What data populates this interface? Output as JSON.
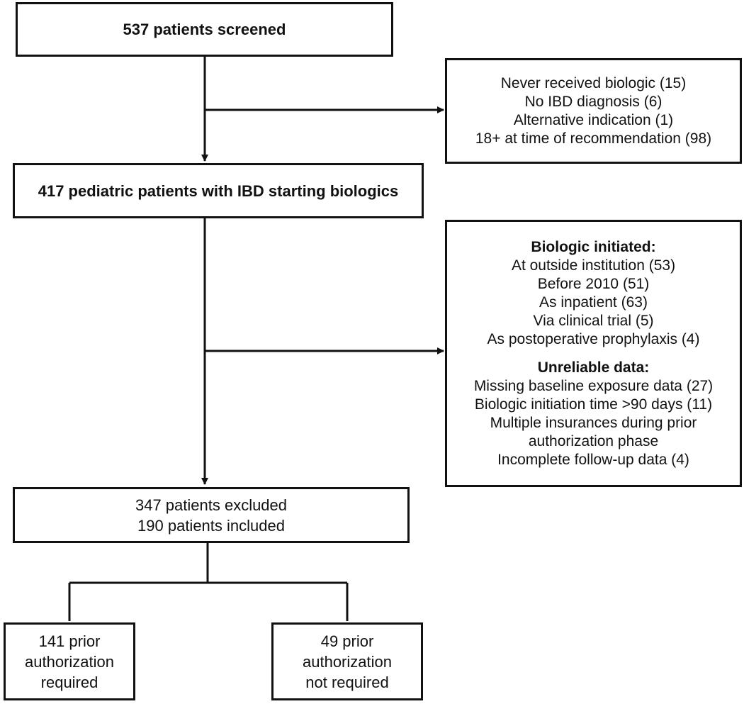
{
  "screened": {
    "text": "537 patients screened"
  },
  "exclusion1": {
    "lines": [
      "Never received biologic (15)",
      "No IBD diagnosis (6)",
      "Alternative indication (1)",
      "18+ at time of recommendation (98)"
    ]
  },
  "pediatric": {
    "text": "417 pediatric patients with IBD starting biologics"
  },
  "exclusion2": {
    "heading1": "Biologic initiated:",
    "group1": [
      "At outside institution (53)",
      "Before 2010 (51)",
      "As inpatient (63)",
      "Via clinical trial (5)",
      "As postoperative prophylaxis (4)"
    ],
    "heading2": "Unreliable data:",
    "group2": [
      "Missing baseline exposure data (27)",
      "Biologic initiation time >90 days (11)",
      "Multiple insurances during prior",
      "authorization phase",
      "Incomplete follow-up data (4)"
    ]
  },
  "summary": {
    "lines": [
      "347 patients excluded",
      "190 patients included"
    ]
  },
  "required": {
    "lines": [
      "141 prior",
      "authorization",
      "required"
    ]
  },
  "not_required": {
    "lines": [
      "49 prior",
      "authorization",
      "not required"
    ]
  }
}
